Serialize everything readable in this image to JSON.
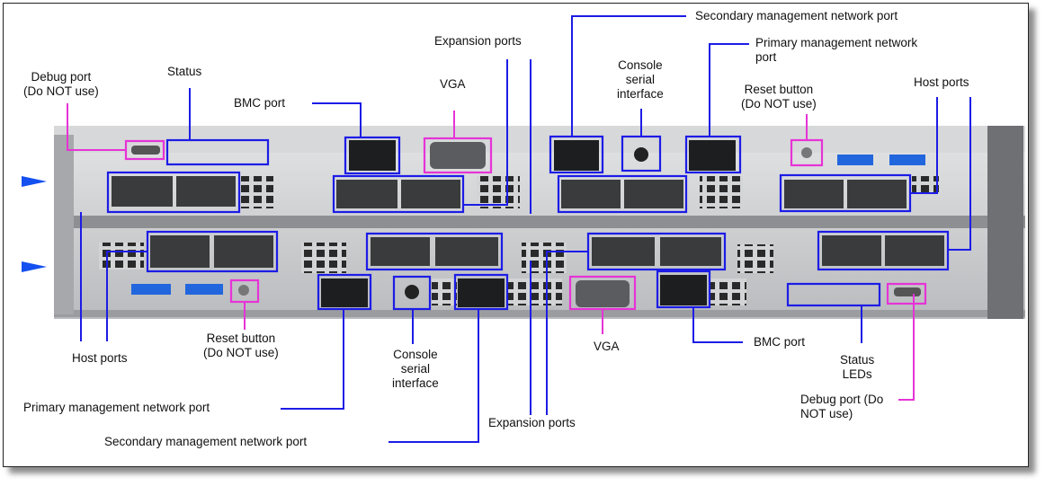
{
  "labels": {
    "debug_port_top": [
      "Debug port",
      "(Do NOT use)"
    ],
    "status_top": "Status",
    "bmc_port_top": "BMC port",
    "vga_top": "VGA",
    "expansion_ports_top": "Expansion ports",
    "secondary_mgmt_top": "Secondary management network port",
    "console_serial_top": [
      "Console",
      "serial",
      "interface"
    ],
    "primary_mgmt_top": [
      "Primary management  network",
      "port"
    ],
    "reset_button_top": [
      "Reset button",
      "(Do NOT use)"
    ],
    "host_ports_top": "Host ports",
    "host_ports_bottom": "Host ports",
    "reset_button_bottom": [
      "Reset button",
      "(Do NOT use)"
    ],
    "console_serial_bottom": [
      "Console",
      "serial",
      "interface"
    ],
    "primary_mgmt_bottom": "Primary management network port",
    "secondary_mgmt_bottom": "Secondary management network port",
    "expansion_ports_bottom": "Expansion ports",
    "vga_bottom": "VGA",
    "bmc_port_bottom": "BMC port",
    "status_leds_bottom": [
      "Status",
      "LEDs"
    ],
    "debug_port_bottom": [
      "Debug port  (Do",
      "NOT use)"
    ]
  },
  "colors": {
    "callout_blue": "#1c1ce6",
    "callout_magenta": "#e633d6",
    "arrow_blue": "#1450f0",
    "chassis": "#c9cbcd"
  }
}
